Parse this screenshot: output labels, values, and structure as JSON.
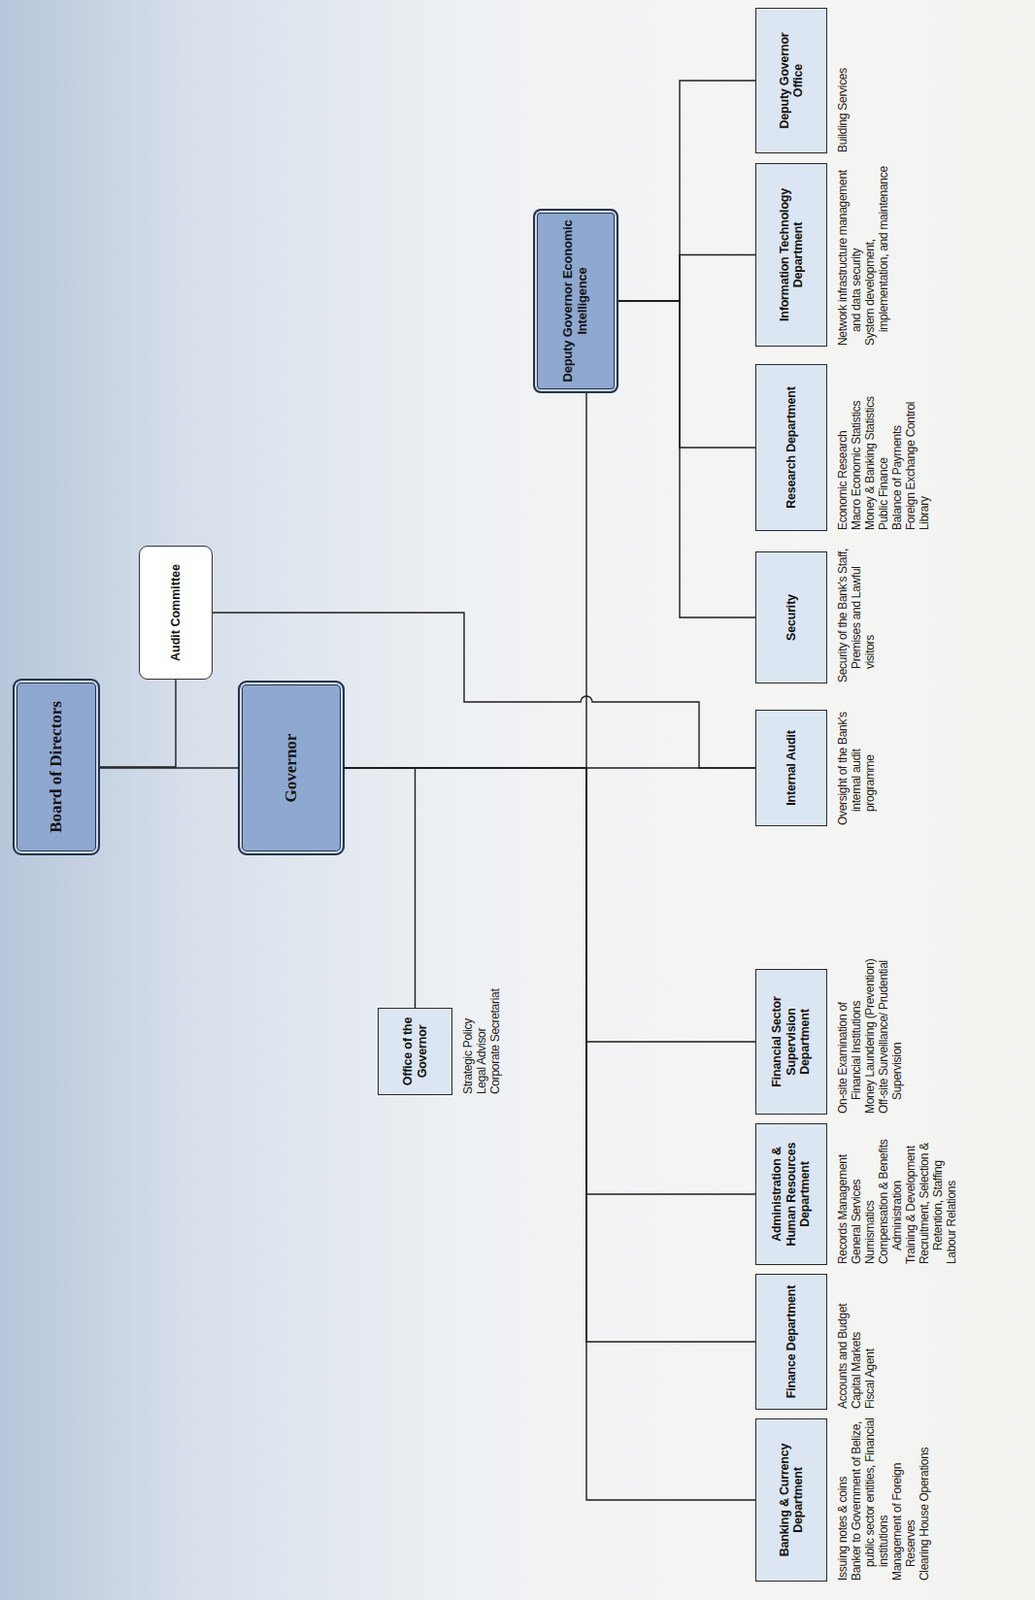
{
  "diagram": {
    "nodes": [
      {
        "text": [
          "Board of Directors"
        ]
      },
      {
        "text": [
          "Audit Committee"
        ]
      },
      {
        "text": [
          "Governor"
        ]
      },
      {
        "text": [
          "Office of the Governor",
          "Strategic Policy",
          "Legal Advisor",
          "Corporate Secretariat"
        ]
      },
      {
        "text": [
          "Deputy Governor Economic Intelligence"
        ]
      },
      {
        "text": [
          "Banking & Currency Department",
          "Issuing notes & coins",
          "Banker to Government of Belize, public sector entities, Financial institutions",
          "Management of Foreign Reserves",
          "Clearing House Operations"
        ]
      },
      {
        "text": [
          "Finance Department",
          "Accounts and Budget",
          "Capital Markets",
          "Fiscal Agent"
        ]
      },
      {
        "text": [
          "Administration & Human Resources Department",
          "Records Management",
          "General Services",
          "Numismatics",
          "Compensation & Benefits Administration",
          "Training & Development",
          "Recruitment, Selection & Retention, Staffing",
          "Labour Relations"
        ]
      },
      {
        "text": [
          "Financial Sector Supervision Department",
          "On-site Examination of Financial Institutions",
          "Money Laundering (Prevention)",
          "Off-site Surveillance/ Prudential Supervision"
        ]
      },
      {
        "text": [
          "Internal Audit",
          "Oversight of the Bank's internal audit programme"
        ]
      },
      {
        "text": [
          "Security",
          "Security of the Bank's Staff, Premises and Lawful visitors"
        ]
      },
      {
        "text": [
          "Research Department",
          "Economic Research",
          "Macro Economic Statistics",
          "Money & Banking Statistics",
          "Public Finance",
          "Balance of Payments",
          "Foreign Exchange Control",
          "Library"
        ]
      },
      {
        "text": [
          "Information Technology Department",
          "Network infrastructure management and data security",
          "System development, implementation, and maintenance"
        ]
      },
      {
        "text": [
          "Deputy Governor Office",
          "Building Services"
        ]
      }
    ],
    "edges": [
      {
        "from": 0,
        "to": 2,
        "arrow": "none"
      },
      {
        "from": 0,
        "to": 1,
        "arrow": "none"
      },
      {
        "from": 2,
        "to": 3,
        "arrow": "none"
      },
      {
        "from": 2,
        "to": 5,
        "arrow": "none"
      },
      {
        "from": 2,
        "to": 6,
        "arrow": "none"
      },
      {
        "from": 2,
        "to": 7,
        "arrow": "none"
      },
      {
        "from": 2,
        "to": 8,
        "arrow": "none"
      },
      {
        "from": 2,
        "to": 9,
        "arrow": "none"
      },
      {
        "from": 1,
        "to": 9,
        "arrow": "none"
      },
      {
        "from": 2,
        "to": 4,
        "arrow": "none"
      },
      {
        "from": 4,
        "to": 10,
        "arrow": "none"
      },
      {
        "from": 4,
        "to": 11,
        "arrow": "none"
      },
      {
        "from": 4,
        "to": 12,
        "arrow": "none"
      },
      {
        "from": 4,
        "to": 13,
        "arrow": "none"
      }
    ]
  }
}
